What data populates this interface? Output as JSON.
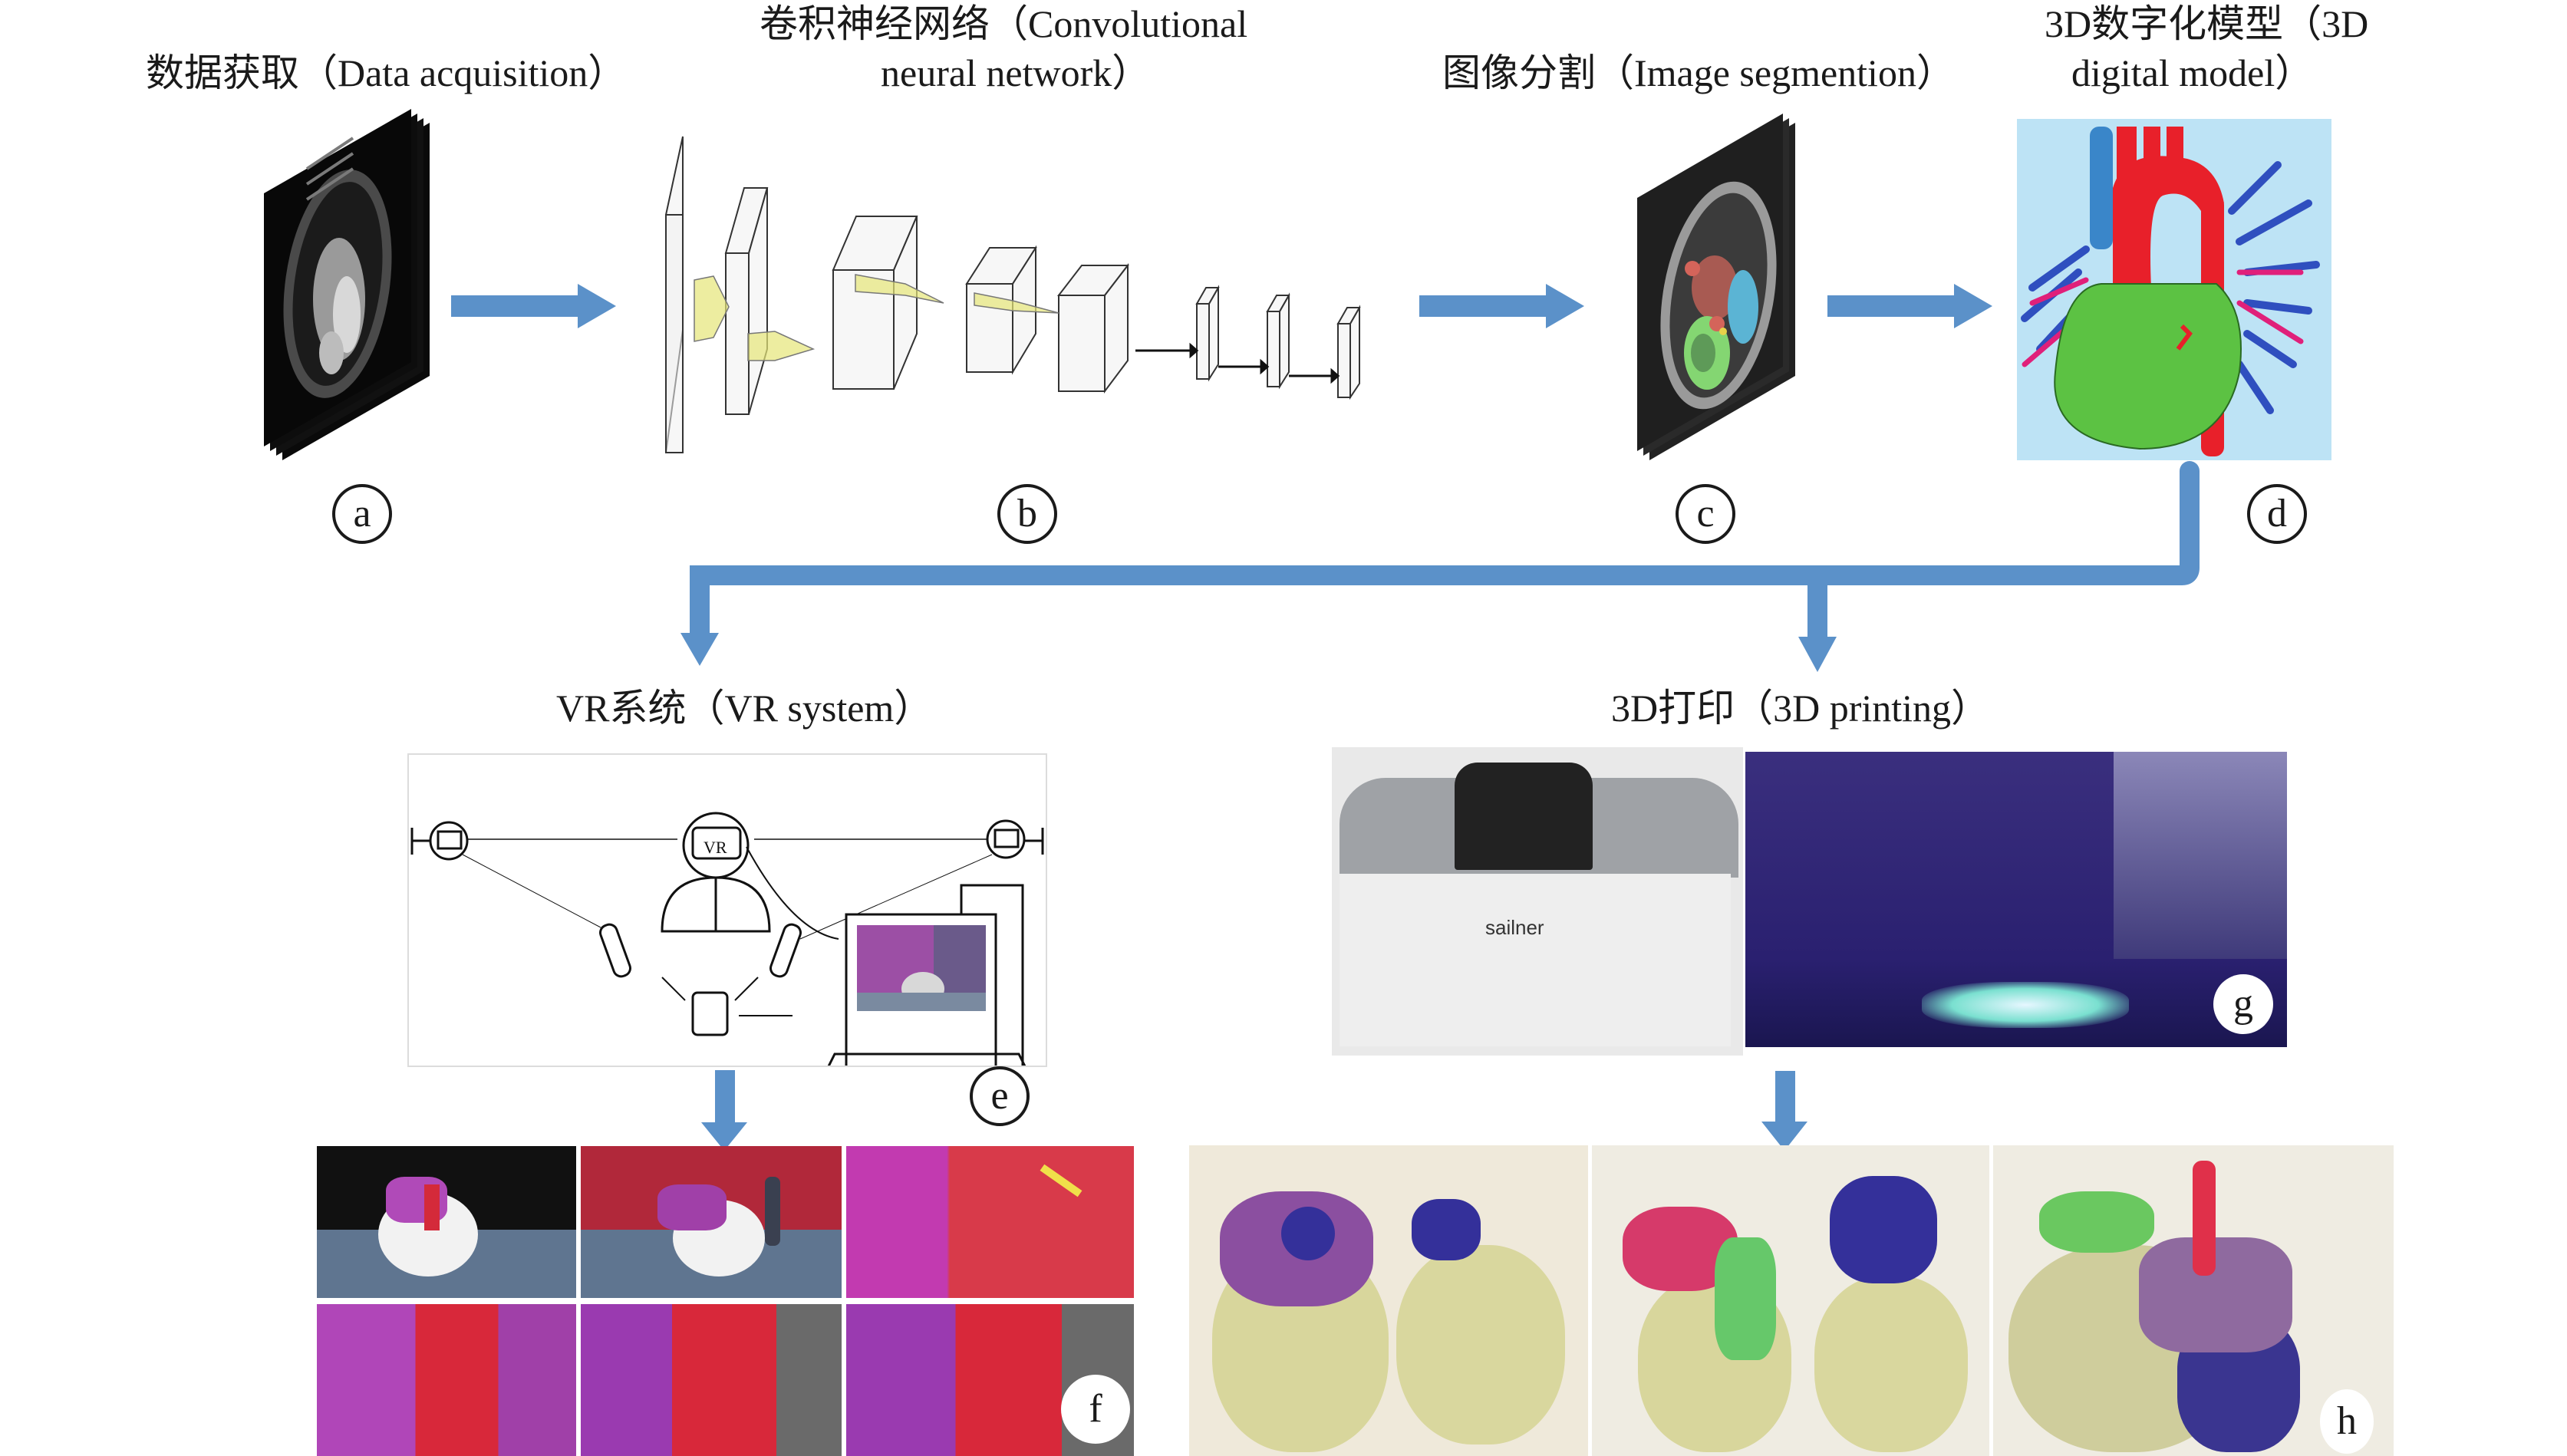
{
  "figure": {
    "accent_color": "#5B91C9",
    "steps": {
      "a": {
        "letter": "a",
        "title": "数据获取（Data acquisition）",
        "content": "ct-scan-stack"
      },
      "b": {
        "letter": "b",
        "title_line1": "卷积神经网络（Convolutional",
        "title_line2": "neural network）",
        "content": "cnn-architecture"
      },
      "c": {
        "letter": "c",
        "title": "图像分割（Image segmention）",
        "content": "segmented-ct-stack"
      },
      "d": {
        "letter": "d",
        "title_line1": "3D数字化模型（3D",
        "title_line2": "digital model）",
        "content": "3d-heart-model"
      },
      "e": {
        "letter": "e",
        "title": "VR系统（VR system）",
        "content": "vr-system-schematic",
        "headset_text": "VR"
      },
      "f": {
        "letter": "f",
        "content": "vr-surgery-screenshots",
        "tiles": 6
      },
      "g": {
        "letter": "g",
        "title": "3D打印（3D printing）",
        "content": "3d-printer-photos",
        "printer_brand": "sailner"
      },
      "h": {
        "letter": "h",
        "content": "printed-heart-models",
        "photos": 3
      }
    },
    "colors": {
      "model_background": "#BDE3F5",
      "ventricle": "#5CC243",
      "aorta": "#E8202A",
      "veins": "#2F4FBF",
      "svc": "#3A86C9",
      "pulmonary": "#E0207A",
      "uv_light": "#3A2A8F"
    }
  }
}
